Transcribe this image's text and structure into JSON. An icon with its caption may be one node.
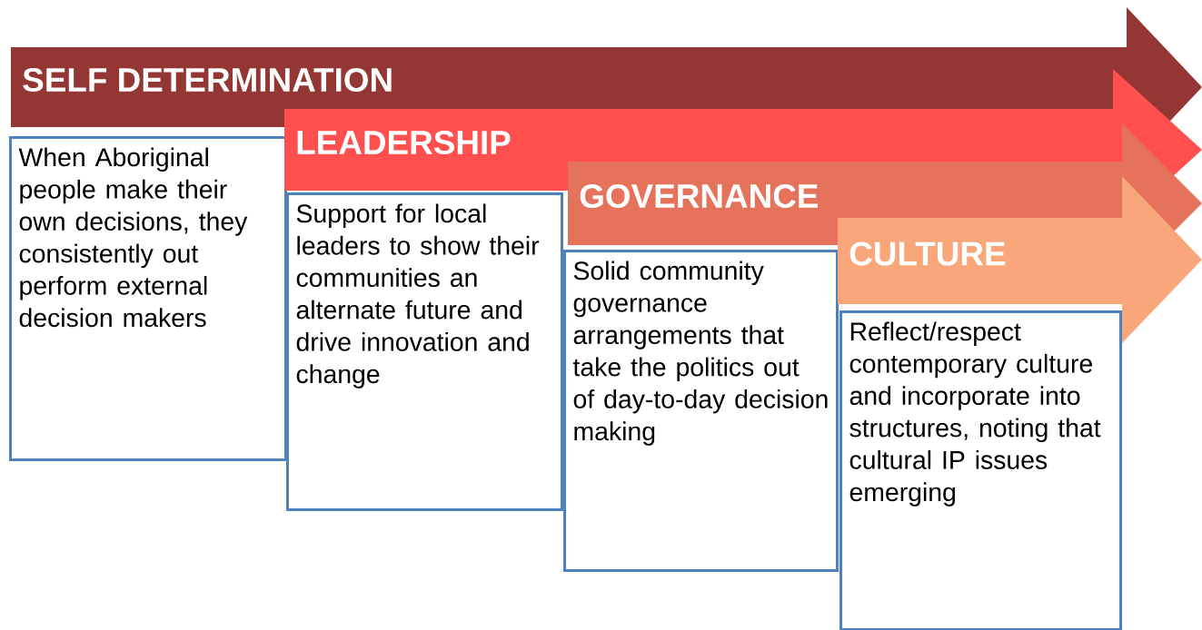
{
  "diagram": {
    "nodes": [
      {
        "text": [
          "SELF DETERMINATION"
        ]
      },
      {
        "text": [
          "When Aboriginal people make their own decisions, they consistently out perform external decision makers"
        ]
      },
      {
        "text": [
          "LEADERSHIP"
        ]
      },
      {
        "text": [
          "Support for local leaders to show their communities an alternate future and drive innovation and change"
        ]
      },
      {
        "text": [
          "GOVERNANCE"
        ]
      },
      {
        "text": [
          "Solid community governance arrangements that take the politics out of day-to-day decision making"
        ]
      },
      {
        "text": [
          "CULTURE"
        ]
      },
      {
        "text": [
          "Reflect/respect contemporary culture and incorporate into structures, noting that cultural IP issues emerging"
        ]
      }
    ]
  }
}
